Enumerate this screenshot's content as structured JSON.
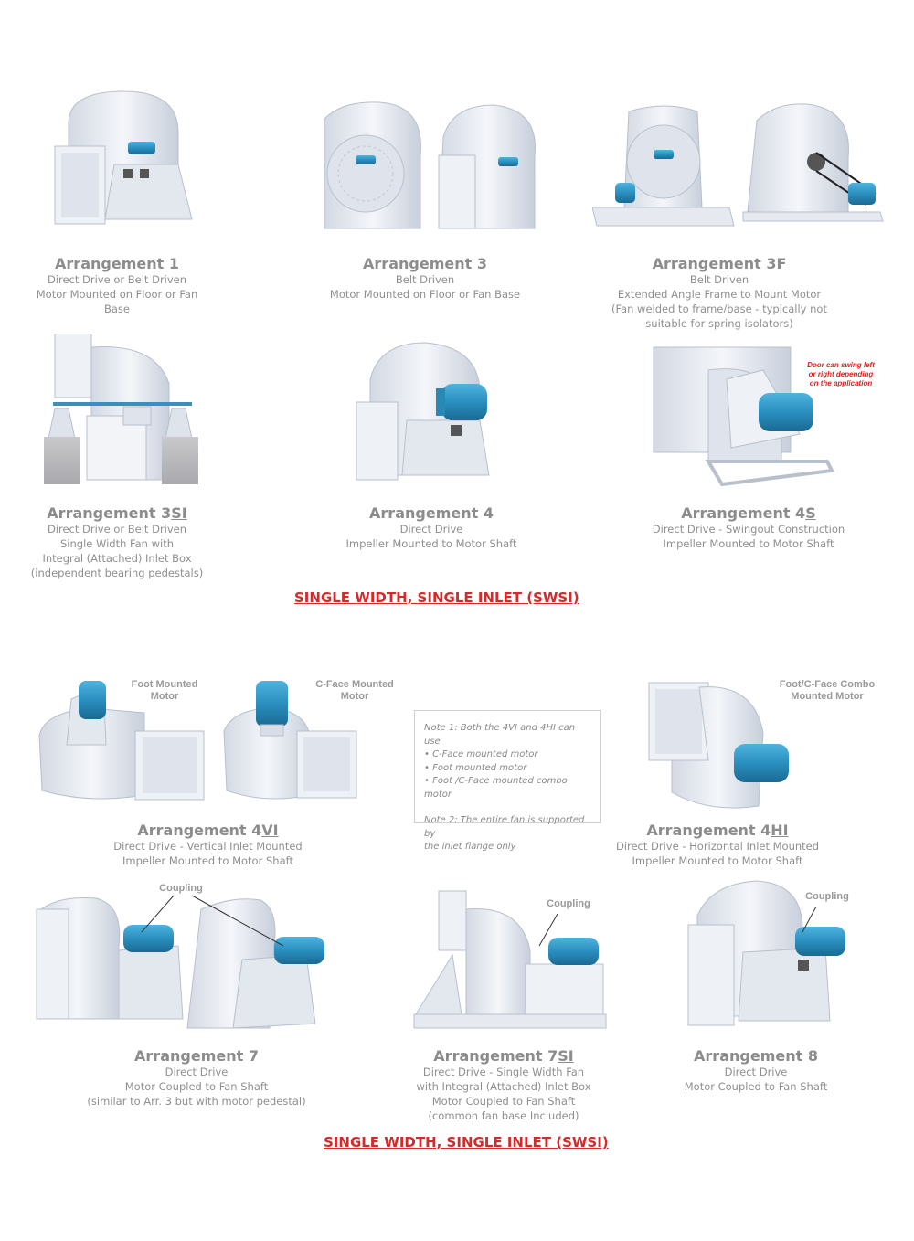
{
  "section_label": "SINGLE WIDTH, SINGLE INLET (SWSI)",
  "arr1": {
    "title": "Arrangement 1",
    "lines": [
      "Direct Drive or Belt Driven",
      "Motor Mounted on Floor or Fan Base"
    ]
  },
  "arr3": {
    "title": "Arrangement 3",
    "lines": [
      "Belt Driven",
      "Motor Mounted on Floor or Fan Base"
    ]
  },
  "arr3f": {
    "title_base": "Arrangement 3",
    "title_suffix": "F",
    "lines": [
      "Belt Driven",
      "Extended Angle Frame to Mount Motor",
      "(Fan welded to frame/base - typically not",
      "suitable for spring isolators)"
    ]
  },
  "arr3si": {
    "title_base": "Arrangement 3",
    "title_suffix": "SI",
    "lines": [
      "Direct Drive or Belt Driven",
      "Single Width Fan with",
      "Integral (Attached) Inlet Box",
      "(independent bearing pedestals)"
    ]
  },
  "arr4": {
    "title": "Arrangement 4",
    "lines": [
      "Direct Drive",
      "Impeller Mounted to Motor Shaft"
    ]
  },
  "arr4s": {
    "title_base": "Arrangement 4",
    "title_suffix": "S",
    "lines": [
      "Direct Drive - Swingout Construction",
      "Impeller Mounted to Motor Shaft"
    ]
  },
  "door_note": [
    "Door can swing left",
    "or right depending",
    "on the application"
  ],
  "foot_mounted": [
    "Foot Mounted",
    "Motor"
  ],
  "cface_mounted": [
    "C-Face Mounted",
    "Motor"
  ],
  "combo_mounted": [
    "Foot/C-Face Combo",
    "Mounted Motor"
  ],
  "note": {
    "p1": "Note 1: Both the 4VI and 4HI can use",
    "bullets": [
      "• C-Face mounted motor",
      "• Foot mounted motor",
      "• Foot /C-Face mounted combo motor"
    ],
    "p2a": "Note 2: The entire fan is supported by",
    "p2b": "the inlet flange only"
  },
  "arr4vi": {
    "title_base": "Arrangement 4",
    "title_suffix": "VI",
    "lines": [
      "Direct Drive - Vertical Inlet Mounted",
      "Impeller Mounted to Motor Shaft"
    ]
  },
  "arr4hi": {
    "title_base": "Arrangement 4",
    "title_suffix": "HI",
    "lines": [
      "Direct Drive - Horizontal Inlet Mounted",
      "Impeller Mounted to Motor Shaft"
    ]
  },
  "coupling": "Coupling",
  "arr7": {
    "title": "Arrangement 7",
    "lines": [
      "Direct Drive",
      "Motor Coupled to Fan Shaft",
      "(similar to Arr. 3 but with motor pedestal)"
    ]
  },
  "arr7si": {
    "title_base": "Arrangement 7",
    "title_suffix": "SI",
    "lines": [
      "Direct Drive - Single Width Fan",
      "with Integral (Attached) Inlet Box",
      "Motor Coupled to Fan Shaft",
      "(common fan base Included)"
    ]
  },
  "arr8": {
    "title": "Arrangement 8",
    "lines": [
      "Direct Drive",
      "Motor Coupled to Fan Shaft"
    ]
  },
  "colors": {
    "fan": "#e8ecf3",
    "fan_shade": "#c9d0dc",
    "motor": "#2f95c4",
    "motor_dark": "#1d6f98",
    "section": "#d42a2a"
  }
}
